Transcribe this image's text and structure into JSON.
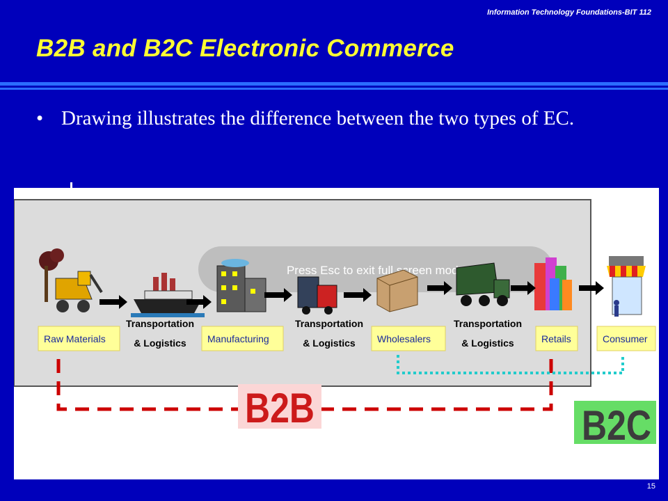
{
  "header": {
    "course_title": "Information Technology Foundations-BIT 112"
  },
  "slide": {
    "title": "B2B and B2C Electronic Commerce",
    "bullet_symbol": "•",
    "bullet_text": "Drawing illustrates the difference between the two types of EC.",
    "page_number": "15"
  },
  "diagram": {
    "overlay_text": "Press Esc to exit full screen mode",
    "stages": {
      "raw_materials": "Raw Materials",
      "transport_1_line1": "Transportation",
      "transport_1_line2": "& Logistics",
      "manufacturing": "Manufacturing",
      "transport_2_line1": "Transportation",
      "transport_2_line2": "& Logistics",
      "wholesalers": "Wholesalers",
      "transport_3_line1": "Transportation",
      "transport_3_line2": "& Logistics",
      "retails": "Retails",
      "consumer": "Consumer"
    },
    "b2b_label": "B2B",
    "b2c_label": "B2C"
  },
  "colors": {
    "background": "#0000bb",
    "title": "#ffff33",
    "rule": "#2b6cff",
    "label_box": "#ffff99",
    "b2b_line": "#cc0000",
    "b2c_line": "#22cccc"
  }
}
